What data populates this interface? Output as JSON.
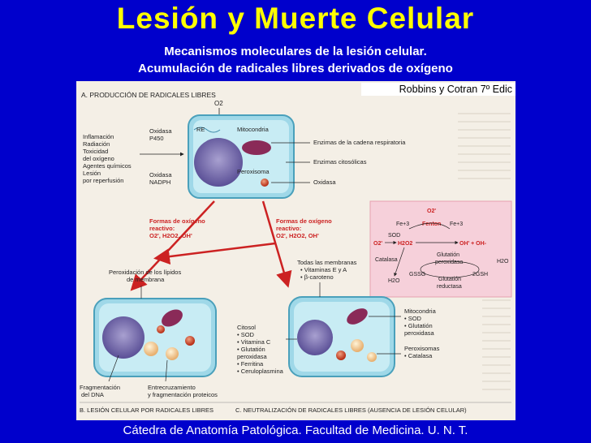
{
  "slide": {
    "title": "Lesión y Muerte Celular",
    "subtitle_line1": "Mecanismos moleculares de la lesión celular.",
    "subtitle_line2": "Acumulación de radicales libres derivados de oxígeno",
    "citation": "Robbins y Cotran 7º Edic",
    "footer": "Cátedra de Anatomía Patológica. Facultad de Medicina. U. N. T."
  },
  "figure": {
    "section_a": "A. PRODUCCIÓN DE RADICALES LIBRES",
    "section_b": "B. LESIÓN CELULAR POR RADICALES LIBRES",
    "section_c": "C. NEUTRALIZACIÓN DE RADICALES LIBRES (AUSENCIA DE LESIÓN CELULAR)",
    "o2": "O2",
    "causes": [
      "Inflamación",
      "Radiación",
      "Toxicidad",
      "  del oxígeno",
      "Agentes químicos",
      "Lesión",
      "  por reperfusión"
    ],
    "oxidasa_p450": [
      "Oxidasa",
      "P450"
    ],
    "oxidasa_nadph": [
      "Oxidasa",
      "NADPH"
    ],
    "re": "RE",
    "mitocondria": "Mitocondria",
    "peroxisoma": "Peroxisoma",
    "right_labels": [
      "Enzimas de la cadena respiratoria",
      "Enzimas citosólicas",
      "Oxidasa"
    ],
    "formas_left": [
      "Formas de oxígeno",
      "reactivo:",
      "O2', H2O2, OH'"
    ],
    "formas_right": [
      "Formas de oxígeno",
      "reactivo:",
      "O2', H2O2, OH'"
    ],
    "peroxidacion": [
      "Peroxidación de los lípidos",
      "de membrana"
    ],
    "membranas": [
      "Todas las membranas",
      "• Vitaminas E y A",
      "• β-caroteno"
    ],
    "fragmentacion": [
      "Fragmentación",
      "del DNA"
    ],
    "entrecruzamiento": [
      "Entrecruzamiento",
      "y fragmentación proteicos"
    ],
    "citosol": [
      "Citosol",
      "• SOD",
      "• Vitamina C",
      "• Glutatión",
      "  peroxidasa",
      "• Ferritina",
      "• Ceruloplasmina"
    ],
    "mito_c": [
      "Mitocondria",
      "• SOD",
      "• Glutatión",
      "  peroxidasa"
    ],
    "perox_c": [
      "Peroxisomas",
      "• Catalasa"
    ],
    "inset": {
      "o2": "O2'",
      "fe3_left": "Fe+3",
      "fenton": "Fenton",
      "fe3_right": "Fe+3",
      "sod": "SOD",
      "o2b": "O2'",
      "h2o2": "H2O2",
      "oh": "OH' + OH-",
      "catalasa": "Catalasa",
      "glut_perox": [
        "Glutatión",
        "peroxidasa"
      ],
      "h2o_right": "H2O",
      "h2o_left": "H2O",
      "gssg": "GSSG",
      "twogsh": "2GSH",
      "glut_red": [
        "Glutatión",
        "reductasa"
      ]
    }
  }
}
